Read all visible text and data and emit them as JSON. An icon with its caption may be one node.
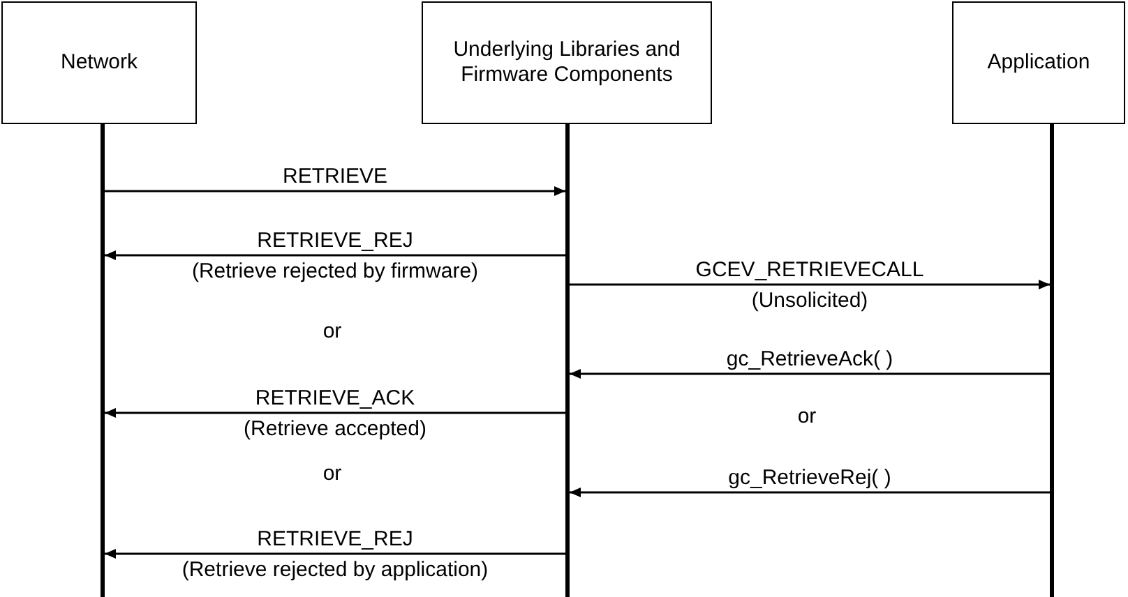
{
  "diagram": {
    "nodes": [
      {
        "text": [
          "Network"
        ]
      },
      {
        "text": [
          "Underlying Libraries and Firmware Components"
        ]
      },
      {
        "text": [
          "Application"
        ]
      },
      {
        "text": [],
        "shape": "bar"
      },
      {
        "text": [],
        "shape": "bar"
      },
      {
        "text": [],
        "shape": "bar"
      }
    ],
    "edges": [
      {
        "from": 3,
        "to": 4,
        "arrow": "to",
        "label": "RETRIEVE"
      },
      {
        "from": 4,
        "to": 3,
        "arrow": "to",
        "label": "RETRIEVE_REJ (Retrieve rejected by firmware)"
      },
      {
        "from": 4,
        "to": 5,
        "arrow": "to",
        "label": "GCEV_RETRIEVECALL (Unsolicited)"
      },
      {
        "from": 5,
        "to": 4,
        "arrow": "to",
        "label": "gc_RetrieveAck( )"
      },
      {
        "from": 4,
        "to": 3,
        "arrow": "to",
        "label": "RETRIEVE_ACK (Retrieve accepted)"
      },
      {
        "from": 5,
        "to": 4,
        "arrow": "to",
        "label": "gc_RetrieveRej( )"
      },
      {
        "from": 4,
        "to": 3,
        "arrow": "to",
        "label": "RETRIEVE_REJ (Retrieve rejected by application)"
      }
    ],
    "labels": [
      "or",
      "or",
      "or"
    ]
  }
}
